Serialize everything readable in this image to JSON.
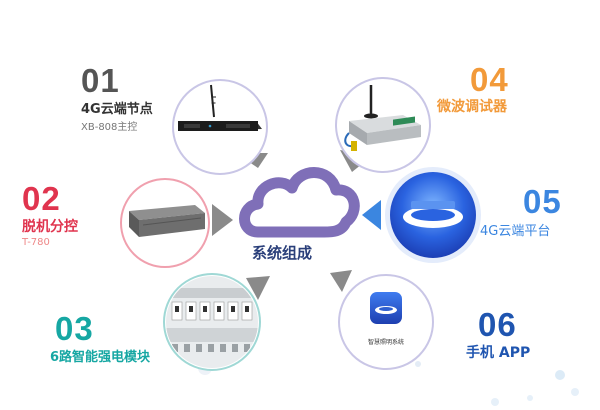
{
  "center": {
    "label": "系统组成"
  },
  "items": [
    {
      "id": "01",
      "title": "4G云端节点",
      "subtitle": "XB-808主控",
      "color": "#555555"
    },
    {
      "id": "02",
      "title": "脱机分控",
      "subtitle": "T-780",
      "color": "#e0344e"
    },
    {
      "id": "03",
      "title": "6路智能强电模块",
      "subtitle": "",
      "color": "#16a7a3"
    },
    {
      "id": "04",
      "title": "微波调试器",
      "subtitle": "",
      "color": "#f29a3a"
    },
    {
      "id": "05",
      "title": "4G云端平台",
      "subtitle": "",
      "color": "#3b86e0"
    },
    {
      "id": "06",
      "title": "手机 APP",
      "subtitle": "",
      "color": "#1f55b0"
    }
  ],
  "phone_app": {
    "caption": "智慧照明系统"
  },
  "colors": {
    "cloud": "#7f6fb8",
    "arrow_gray": "#8a8a8a",
    "arrow_blue": "#3b86e0",
    "circle_border": "#c9c6e6"
  }
}
